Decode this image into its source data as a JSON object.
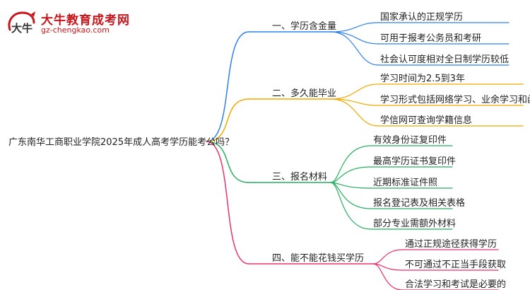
{
  "logo": {
    "title": "大牛教育成考网",
    "url": "gz-chengkao.com",
    "mark_text": "大牛",
    "brand_color": "#c8161d"
  },
  "root": "广东南华工商职业学院2025年成人高考学历能考公吗？",
  "branches": [
    {
      "label": "一、学历含金量",
      "color": "#2f80ed",
      "leaves": [
        "国家承认的正规学历",
        "可用于报考公务员和考研",
        "社会认可度相对全日制学历较低"
      ]
    },
    {
      "label": "二、多久能毕业",
      "color": "#f2a800",
      "leaves": [
        "学习时间为2.5到3年",
        "学习形式包括网络学习、业余学习和函授",
        "学信网可查询学籍信息"
      ]
    },
    {
      "label": "三、报名材料",
      "color": "#27ae60",
      "leaves": [
        "有效身份证复印件",
        "最高学历证书复印件",
        "近期标准证件照",
        "报名登记表及相关表格",
        "部分专业需额外材料"
      ]
    },
    {
      "label": "四、能不能花钱买学历",
      "color": "#e8336d",
      "leaves": [
        "通过正规途径获得学历",
        "不可通过不正当手段获取",
        "合法学习和考试是必要的"
      ]
    }
  ]
}
